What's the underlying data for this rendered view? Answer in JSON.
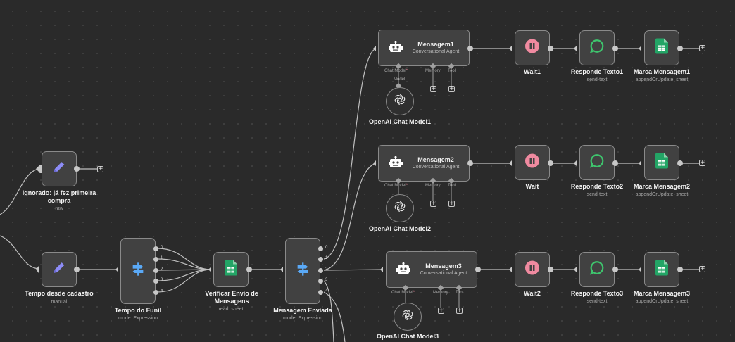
{
  "colors": {
    "wire": "#c0c0c0",
    "accent_pink": "#f08aa0",
    "accent_green": "#3ec46d",
    "accent_blue": "#5aa9f6",
    "accent_purple": "#8d8cf7"
  },
  "nodes": {
    "ignorado": {
      "label": "Ignorado: já fez primeira compra",
      "sub": "raw",
      "icon": "pencil-icon"
    },
    "tempo_cadastro": {
      "label": "Tempo desde cadastro",
      "sub": "manual",
      "icon": "pencil-icon"
    },
    "tempo_funil": {
      "label": "Tempo do Funil",
      "sub": "mode: Expression",
      "icon": "switch-icon",
      "outputs": [
        "0",
        "1",
        "2",
        "3",
        "4"
      ]
    },
    "verificar": {
      "label": "Verificar Envio de Mensagens",
      "sub": "read: sheet",
      "icon": "sheets-icon"
    },
    "mensagem_enviada": {
      "label": "Mensagem Enviada",
      "sub": "mode: Expression",
      "icon": "switch-icon",
      "outputs": [
        "0",
        "1",
        "2",
        "3",
        "4"
      ]
    }
  },
  "rows": [
    {
      "agent": "Mensagem1",
      "agent_sub": "Conversational Agent",
      "chat_model": "Chat Model",
      "model_small": "Model",
      "memory": "Memory",
      "tool": "Tool",
      "model_name": "OpenAI Chat Model1",
      "wait": "Wait1",
      "responde": "Responde Texto1",
      "responde_sub": "send-text",
      "marca": "Marca Mensagem1",
      "marca_sub": "appendOrUpdate: sheet"
    },
    {
      "agent": "Mensagem2",
      "agent_sub": "Conversational Agent",
      "chat_model": "Chat Model",
      "memory": "Memory",
      "tool": "Tool",
      "model_name": "OpenAI Chat Model2",
      "wait": "Wait",
      "responde": "Responde Texto2",
      "responde_sub": "send-text",
      "marca": "Marca Mensagem2",
      "marca_sub": "appendOrUpdate: sheet"
    },
    {
      "agent": "Mensagem3",
      "agent_sub": "Conversational Agent",
      "chat_model": "Chat Model",
      "memory": "Memory",
      "tool": "Tool",
      "model_name": "OpenAI Chat Model3",
      "wait": "Wait2",
      "responde": "Responde Texto3",
      "responde_sub": "send-text",
      "marca": "Marca Mensagem3",
      "marca_sub": "appendOrUpdate: sheet"
    }
  ],
  "required_mark": "*",
  "plus_symbol": "+"
}
